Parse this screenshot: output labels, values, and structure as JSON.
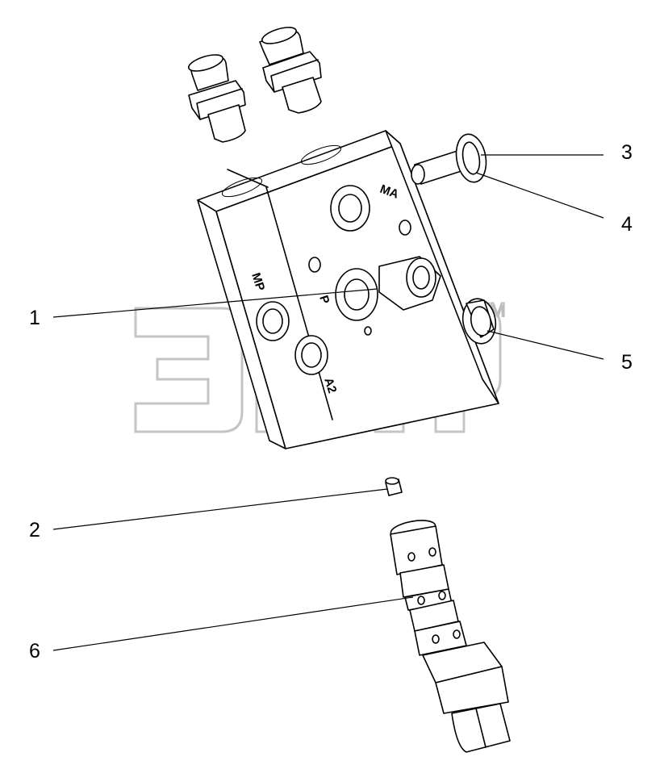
{
  "callouts": [
    "1",
    "2",
    "3",
    "4",
    "5",
    "6"
  ],
  "port_labels": {
    "ma": "MA",
    "mp": "MP",
    "p": "P",
    "a2": "A2"
  },
  "watermark": {
    "trademark": "TM"
  }
}
